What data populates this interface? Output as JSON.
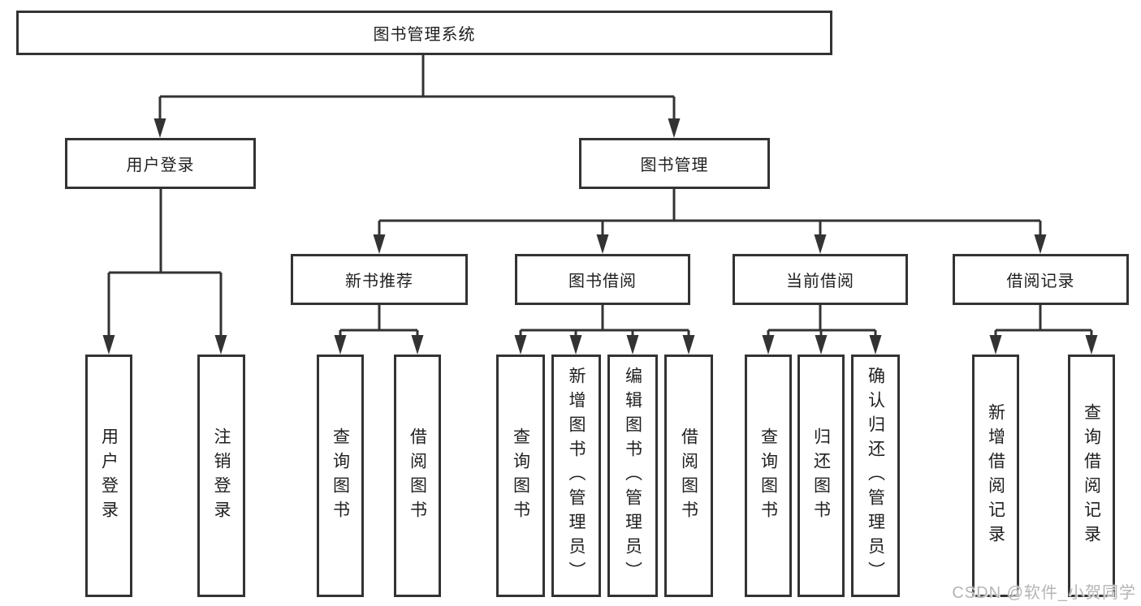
{
  "diagram": {
    "colors": {
      "line": "#333333",
      "text": "#1f1f1f",
      "background": "#ffffff",
      "watermark": "#b5b5b5"
    },
    "root": {
      "label": "图书管理系统",
      "children": [
        {
          "label": "用户登录",
          "children": [
            {
              "label": "用户登录"
            },
            {
              "label": "注销登录"
            }
          ]
        },
        {
          "label": "图书管理",
          "children": [
            {
              "label": "新书推荐",
              "children": [
                {
                  "label": "查询图书"
                },
                {
                  "label": "借阅图书"
                }
              ]
            },
            {
              "label": "图书借阅",
              "children": [
                {
                  "label": "查询图书"
                },
                {
                  "label": "新增图书（管理员）"
                },
                {
                  "label": "编辑图书（管理员）"
                },
                {
                  "label": "借阅图书"
                }
              ]
            },
            {
              "label": "当前借阅",
              "children": [
                {
                  "label": "查询图书"
                },
                {
                  "label": "归还图书"
                },
                {
                  "label": "确认归还（管理员）"
                }
              ]
            },
            {
              "label": "借阅记录",
              "children": [
                {
                  "label": "新增借阅记录"
                },
                {
                  "label": "查询借阅记录"
                }
              ]
            }
          ]
        }
      ]
    }
  },
  "watermark": {
    "text": "CSDN @软件_小贺同学"
  }
}
